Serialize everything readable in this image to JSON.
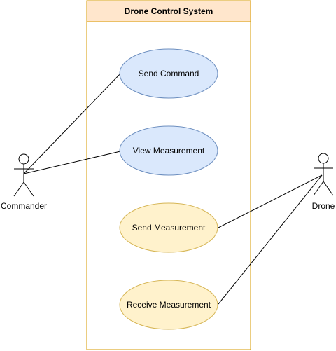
{
  "system": {
    "title": "Drone Control System",
    "header_fill": "#ffe6cc",
    "border_color": "#d79b00"
  },
  "actors": {
    "commander": {
      "label": "Commander"
    },
    "drone": {
      "label": "Drone"
    }
  },
  "use_cases": [
    {
      "label": "Send Command",
      "fill": "#dae8fc",
      "stroke": "#6c8ebf"
    },
    {
      "label": "View Measurement",
      "fill": "#dae8fc",
      "stroke": "#6c8ebf"
    },
    {
      "label": "Send Measurement",
      "fill": "#fff2cc",
      "stroke": "#d6b656"
    },
    {
      "label": "Receive Measurement",
      "fill": "#fff2cc",
      "stroke": "#d6b656"
    }
  ]
}
